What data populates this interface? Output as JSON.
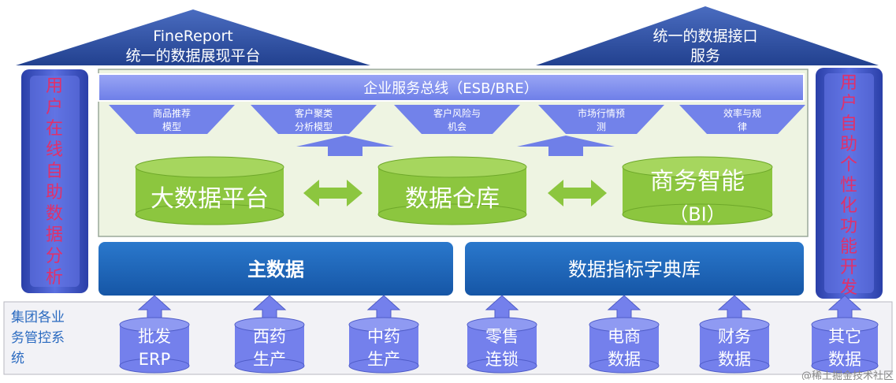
{
  "roof_left": {
    "line1": "FineReport",
    "line2": "统一的数据展现平台"
  },
  "roof_right": {
    "line1": "统一的数据接口",
    "line2": "服务"
  },
  "left_pillar": {
    "chars": [
      "用",
      "户",
      "在",
      "线",
      "自",
      "助",
      "数",
      "据",
      "分",
      "析"
    ]
  },
  "right_pillar": {
    "chars": [
      "用",
      "户",
      "自",
      "助",
      "个",
      "性",
      "化",
      "功",
      "能",
      "开",
      "发"
    ]
  },
  "esb": "企业服务总线（ESB/BRE）",
  "models": [
    {
      "l1": "商品推荐",
      "l2": "模型"
    },
    {
      "l1": "客户聚类",
      "l2": "分析模型"
    },
    {
      "l1": "客户风险与",
      "l2": "机会"
    },
    {
      "l1": "市场行情预",
      "l2": "测"
    },
    {
      "l1": "效率与规",
      "l2": "律"
    }
  ],
  "platforms": [
    {
      "l1": "大数据平台",
      "l2": ""
    },
    {
      "l1": "数据仓库",
      "l2": ""
    },
    {
      "l1": "商务智能",
      "l2": "（BI）"
    }
  ],
  "bars": {
    "master": "主数据",
    "dictionary": "数据指标字典库"
  },
  "sources_label": [
    "集团各业",
    "务管控系",
    "统"
  ],
  "sources": [
    {
      "l1": "批发",
      "l2": "ERP"
    },
    {
      "l1": "西药",
      "l2": "生产"
    },
    {
      "l1": "中药",
      "l2": "生产"
    },
    {
      "l1": "零售",
      "l2": "连锁"
    },
    {
      "l1": "电商",
      "l2": "数据"
    },
    {
      "l1": "财务",
      "l2": "数据"
    },
    {
      "l1": "其它",
      "l2": "数据"
    }
  ],
  "watermark": "@稀土掘金技术社区",
  "colors": {
    "roof": "#2f4f9e",
    "esb": "#7f8ff0",
    "green": "#8cc63f",
    "bar": "#1c62b5",
    "source": "#7480ec",
    "pillar_text": "#e0306a"
  }
}
